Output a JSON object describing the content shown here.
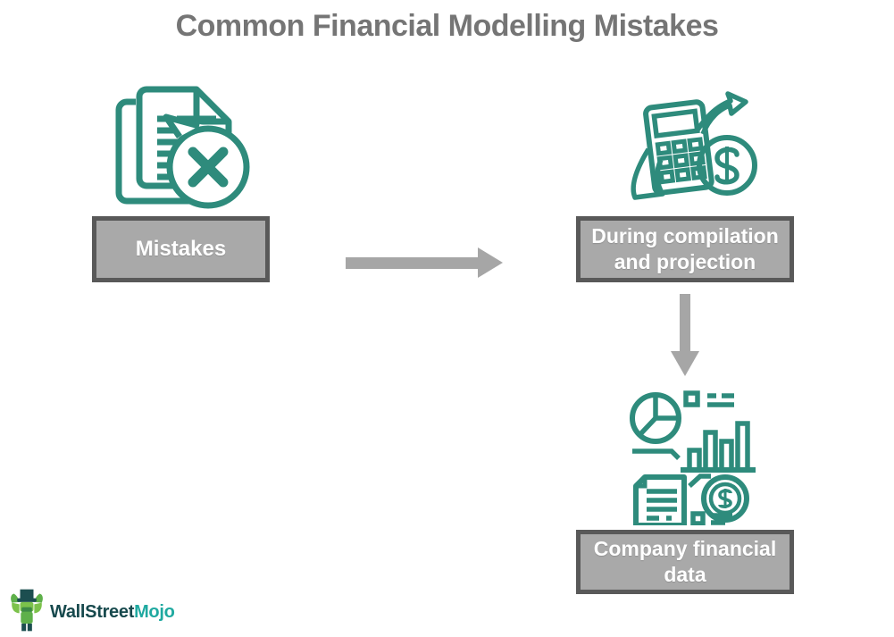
{
  "title": "Common Financial Modelling Mistakes",
  "flowchart": {
    "mistakes_node": {
      "label": "Mistakes",
      "icon": "document-error-icon"
    },
    "during_node": {
      "label": "During compilation and projection",
      "icon": "calculator-money-icon"
    },
    "company_node": {
      "label": "Company financial data",
      "icon": "financial-charts-icon"
    },
    "connectors": [
      {
        "from": "mistakes_node",
        "to": "during_node",
        "direction": "right"
      },
      {
        "from": "during_node",
        "to": "company_node",
        "direction": "down"
      }
    ]
  },
  "logo": {
    "brand_primary": "WallStreet",
    "brand_accent": "Mojo",
    "icon": "wallstreetmojo-mascot-icon"
  },
  "colors": {
    "icon_teal": "#2E8B7C",
    "box_fill": "#A9A9A9",
    "box_border": "#595959",
    "box_text": "#FFFFFF",
    "arrow_gray": "#A6A6A6",
    "title_gray": "#757575",
    "logo_primary": "#17494D",
    "logo_accent": "#1FA9A0"
  }
}
